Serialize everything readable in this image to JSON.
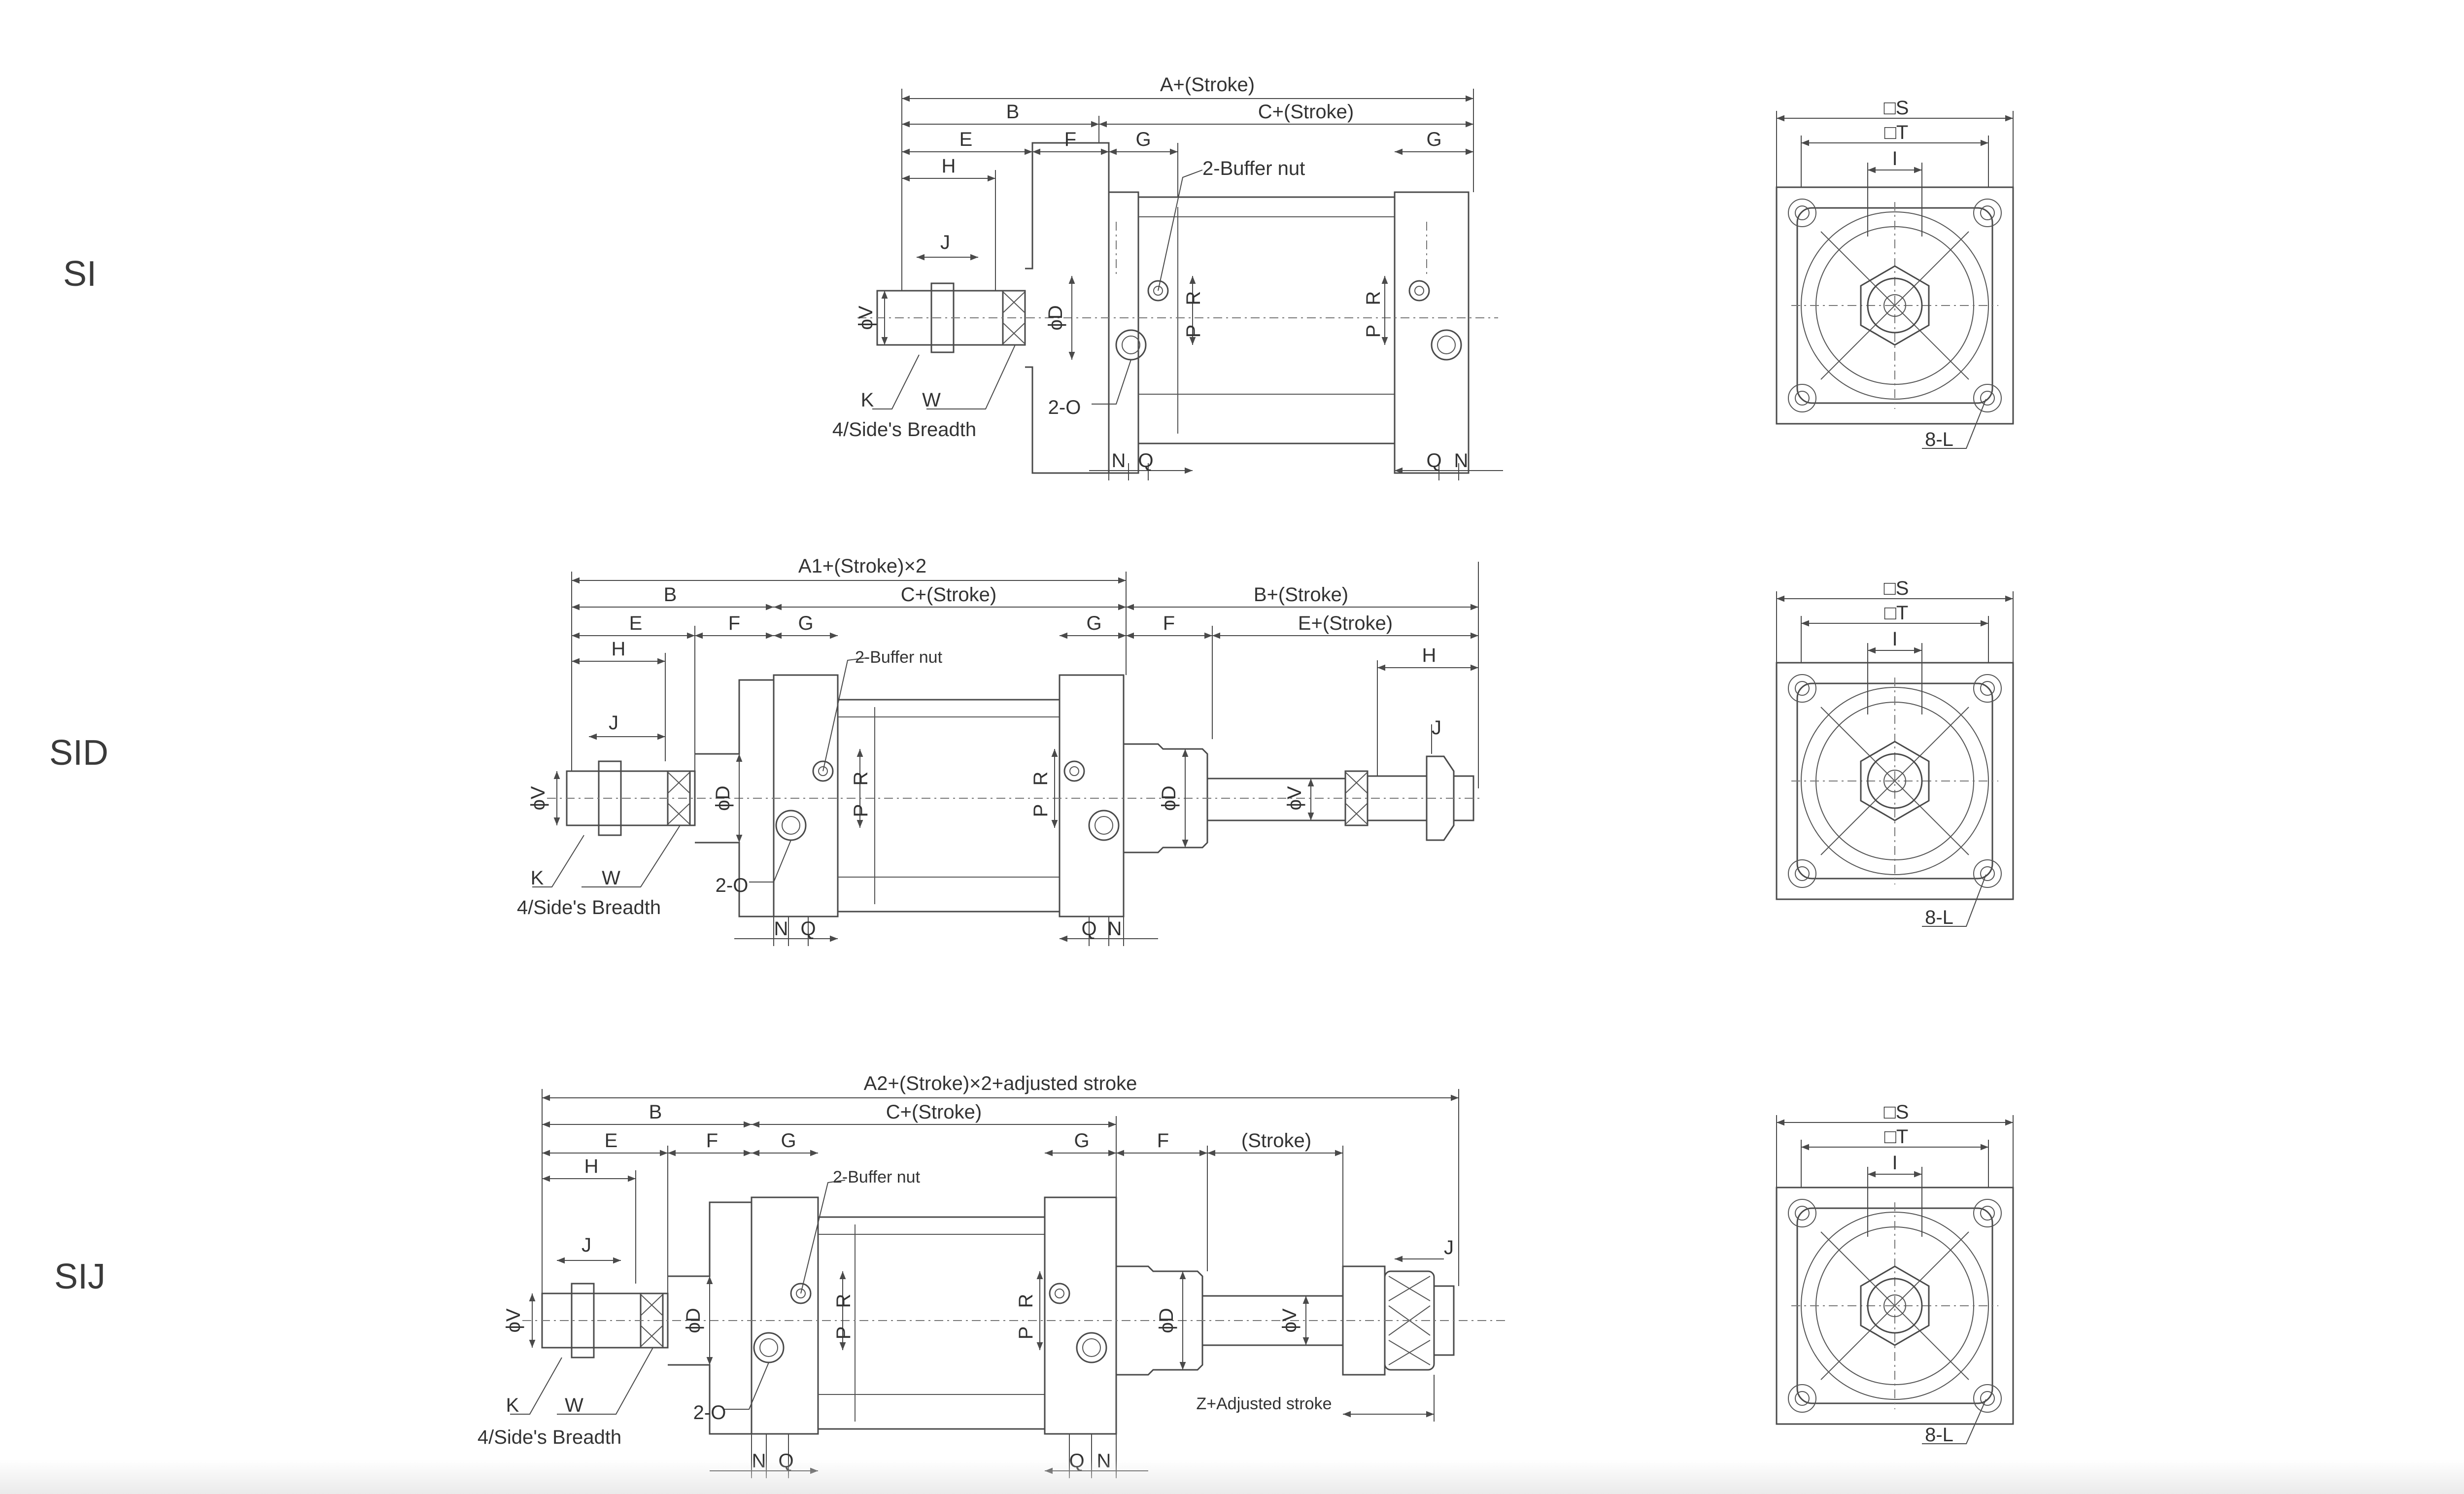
{
  "rows": [
    {
      "label": "SI",
      "dims": {
        "A": "A+(Stroke)",
        "B": "B",
        "C": "C+(Stroke)",
        "E": "E",
        "F": "F",
        "G1": "G",
        "G2": "G",
        "H": "H",
        "J": "J",
        "buffer": "2-Buffer nut",
        "V": "ϕV",
        "D": "ϕD",
        "P1": "P",
        "R1": "R",
        "P2": "P",
        "R2": "R",
        "K": "K",
        "W": "W",
        "breadth": "4/Side's Breadth",
        "O": "2-O",
        "N1": "N",
        "Q1": "Q",
        "Q2": "Q",
        "N2": "N"
      },
      "end_view": {
        "S": "□S",
        "T": "□T",
        "I": "I",
        "L": "8-L"
      }
    },
    {
      "label": "SID",
      "dims": {
        "A": "A1+(Stroke)×2",
        "B": "B",
        "C": "C+(Stroke)",
        "E": "E",
        "F": "F",
        "G1": "G",
        "G2": "G",
        "F2": "F",
        "H": "H",
        "J": "J",
        "buffer": "2-Buffer nut",
        "B2": "B+(Stroke)",
        "E2": "E+(Stroke)",
        "H2": "H",
        "J2": "J",
        "V": "ϕV",
        "D": "ϕD",
        "P1": "P",
        "R1": "R",
        "P2": "P",
        "R2": "R",
        "D2": "ϕD",
        "V2": "ϕV",
        "K": "K",
        "W": "W",
        "breadth": "4/Side's Breadth",
        "O": "2-O",
        "N1": "N",
        "Q1": "Q",
        "Q2": "Q",
        "N2": "N"
      },
      "end_view": {
        "S": "□S",
        "T": "□T",
        "I": "I",
        "L": "8-L"
      }
    },
    {
      "label": "SIJ",
      "dims": {
        "A": "A2+(Stroke)×2+adjusted stroke",
        "B": "B",
        "C": "C+(Stroke)",
        "E": "E",
        "F": "F",
        "G1": "G",
        "G2": "G",
        "F2": "F",
        "H": "H",
        "J": "J",
        "buffer": "2-Buffer nut",
        "stroke": "(Stroke)",
        "J2": "J",
        "Z": "Z+Adjusted stroke",
        "V": "ϕV",
        "D": "ϕD",
        "P1": "P",
        "R1": "R",
        "P2": "P",
        "R2": "R",
        "D2": "ϕD",
        "V2": "ϕV",
        "K": "K",
        "W": "W",
        "breadth": "4/Side's Breadth",
        "O": "2-O",
        "N1": "N",
        "Q1": "Q",
        "Q2": "Q",
        "N2": "N"
      },
      "end_view": {
        "S": "□S",
        "T": "□T",
        "I": "I",
        "L": "8-L"
      }
    }
  ],
  "colors": {
    "line": "#4a4a4a",
    "text": "#333333",
    "background": "#ffffff"
  }
}
